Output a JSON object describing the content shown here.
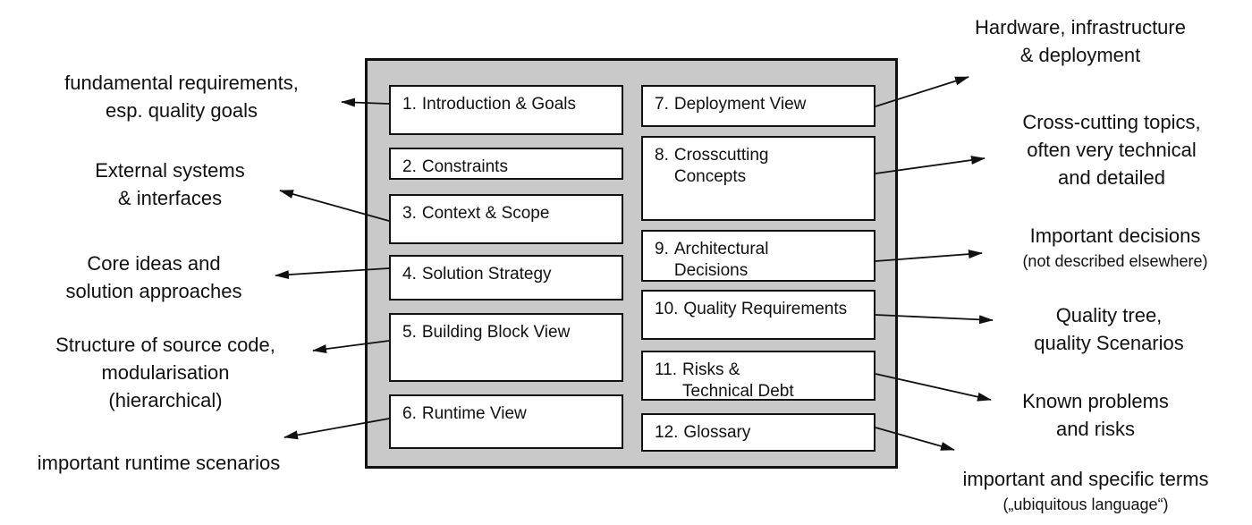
{
  "palette": {
    "background": "#ffffff",
    "container_fill": "#c9c9c9",
    "border": "#111111",
    "box_fill": "#ffffff",
    "text": "#111111"
  },
  "template": {
    "left_sections": [
      {
        "num": "1.",
        "title": "Introduction & Goals"
      },
      {
        "num": "2.",
        "title": "Constraints"
      },
      {
        "num": "3.",
        "title": "Context & Scope"
      },
      {
        "num": "4.",
        "title": "Solution Strategy"
      },
      {
        "num": "5.",
        "title": "Building Block View"
      },
      {
        "num": "6.",
        "title": "Runtime View"
      }
    ],
    "right_sections": [
      {
        "num": "7.",
        "title": "Deployment View"
      },
      {
        "num": "8.",
        "title": "Crosscutting\nConcepts"
      },
      {
        "num": "9.",
        "title": "Architectural\nDecisions"
      },
      {
        "num": "10.",
        "title": "Quality Requirements"
      },
      {
        "num": "11.",
        "title": "Risks &\nTechnical Debt"
      },
      {
        "num": "12.",
        "title": "Glossary"
      }
    ]
  },
  "notes": {
    "left": [
      {
        "text": "fundamental requirements,\nesp. quality goals"
      },
      {
        "text": "External systems\n& interfaces"
      },
      {
        "text": "Core ideas and\nsolution approaches"
      },
      {
        "text": "Structure of source code,\nmodularisation\n(hierarchical)"
      },
      {
        "text": "important runtime scenarios"
      }
    ],
    "right": [
      {
        "text": "Hardware, infrastructure\n& deployment"
      },
      {
        "text": "Cross-cutting topics,\noften very technical\nand detailed"
      },
      {
        "text": "Important decisions",
        "sub": "(not described elsewhere)"
      },
      {
        "text": "Quality tree,\nquality Scenarios"
      },
      {
        "text": "Known problems\nand risks"
      },
      {
        "text": "important and specific terms",
        "sub": "(„ubiquitous language“)"
      }
    ]
  }
}
